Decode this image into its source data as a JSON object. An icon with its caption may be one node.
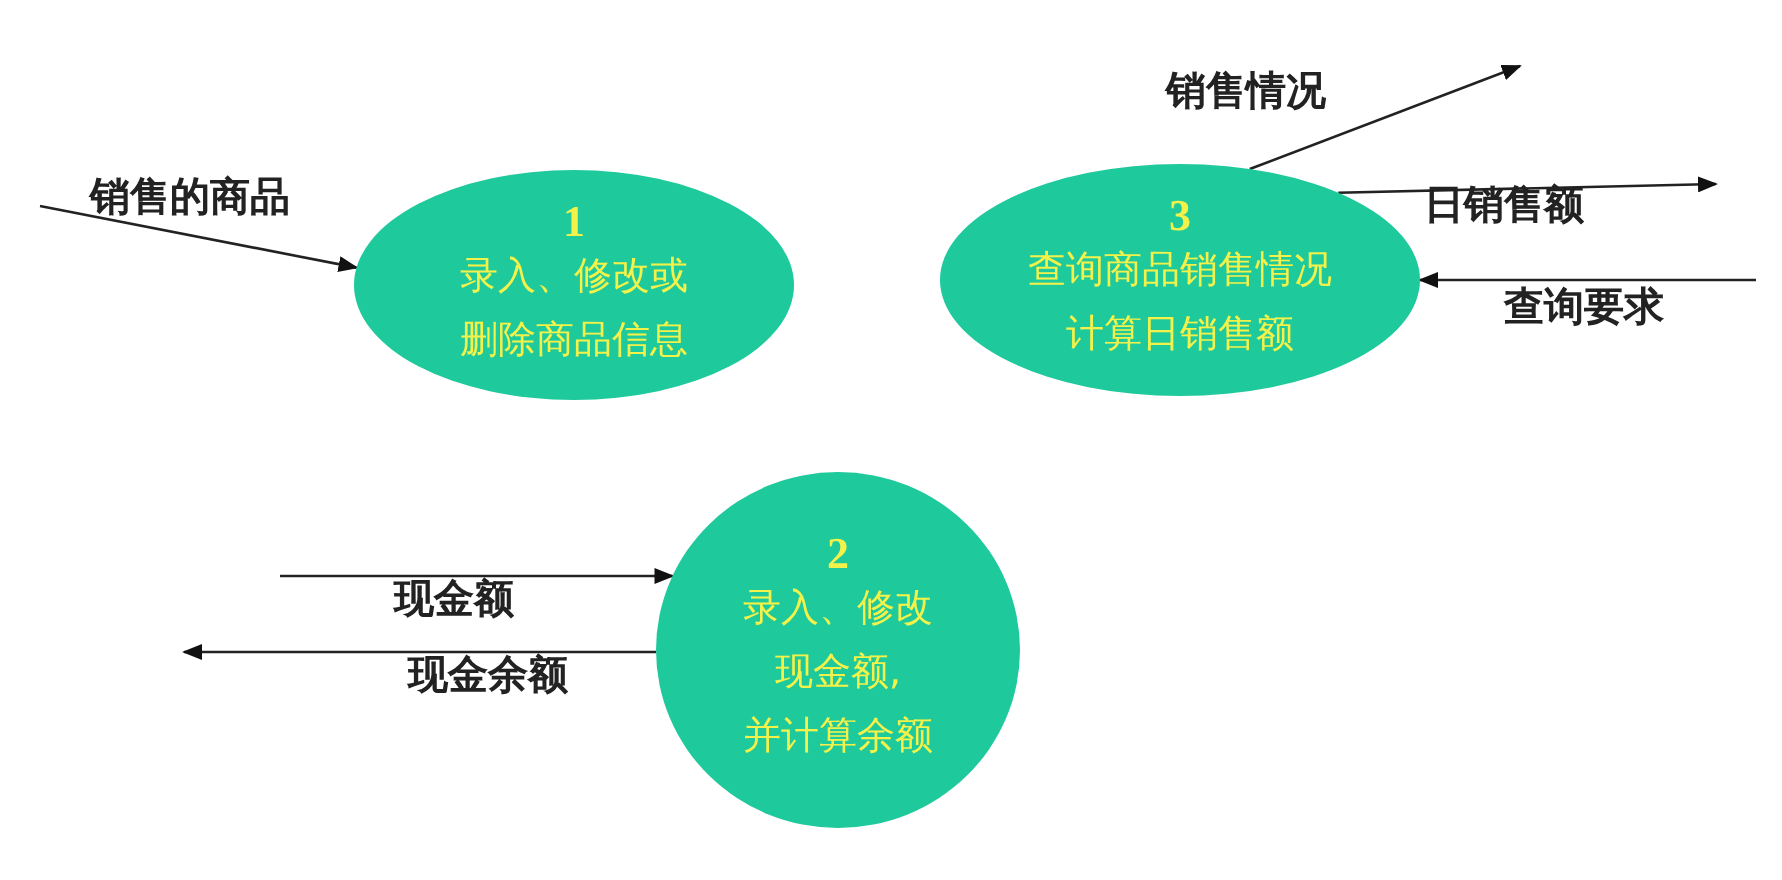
{
  "diagram": {
    "nodes": [
      {
        "text": [
          "1",
          "录入、修改或",
          "删除商品信息"
        ]
      },
      {
        "text": [
          "3",
          "查询商品销售情况",
          "计算日销售额"
        ]
      },
      {
        "text": [
          "2",
          "录入、修改",
          "现金额,",
          "并计算余额"
        ]
      }
    ],
    "edges": [
      {
        "from": null,
        "to": 0,
        "arrow": "to",
        "label": "销售的商品"
      },
      {
        "from": 1,
        "to": null,
        "arrow": "to",
        "label": "销售情况"
      },
      {
        "from": 1,
        "to": null,
        "arrow": "to",
        "label": "日销售额"
      },
      {
        "from": null,
        "to": 1,
        "arrow": "to",
        "label": "查询要求"
      },
      {
        "from": null,
        "to": 2,
        "arrow": "to",
        "label": "现金额"
      },
      {
        "from": 2,
        "to": null,
        "arrow": "to",
        "label": "现金余额"
      }
    ]
  }
}
